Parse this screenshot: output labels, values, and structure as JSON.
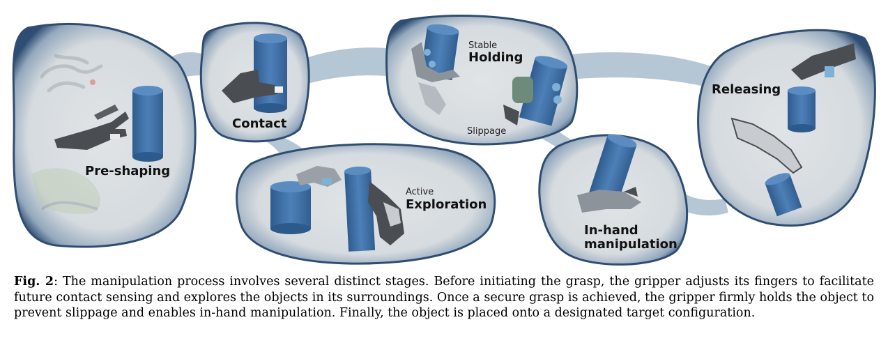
{
  "stages": {
    "preshaping": "Pre-shaping",
    "contact": "Contact",
    "holding_prefix": "Stable",
    "holding": "Holding",
    "slippage": "Slippage",
    "exploration_prefix": "Active",
    "exploration": "Exploration",
    "inhand_line1": "In-hand",
    "inhand_line2": "manipulation",
    "releasing": "Releasing"
  },
  "caption": {
    "label": "Fig. 2",
    "text": ": The manipulation process involves several distinct stages. Before initiating the grasp, the gripper adjusts its fingers to facilitate future contact sensing and explores the objects in its surroundings. Once a secure grasp is achieved, the gripper firmly holds the object to prevent slippage and enables in-hand manipulation. Finally, the object is placed onto a designated target configuration."
  },
  "colors": {
    "blob_fill": "#d8dde0",
    "blob_edge": "#2f4d72",
    "connector": "#a8bccd",
    "object_blue": "#3f6fa5",
    "hand_dark": "#4a4d52",
    "hand_light": "#c8ccd0",
    "accent_blue": "#7fb0d8"
  }
}
